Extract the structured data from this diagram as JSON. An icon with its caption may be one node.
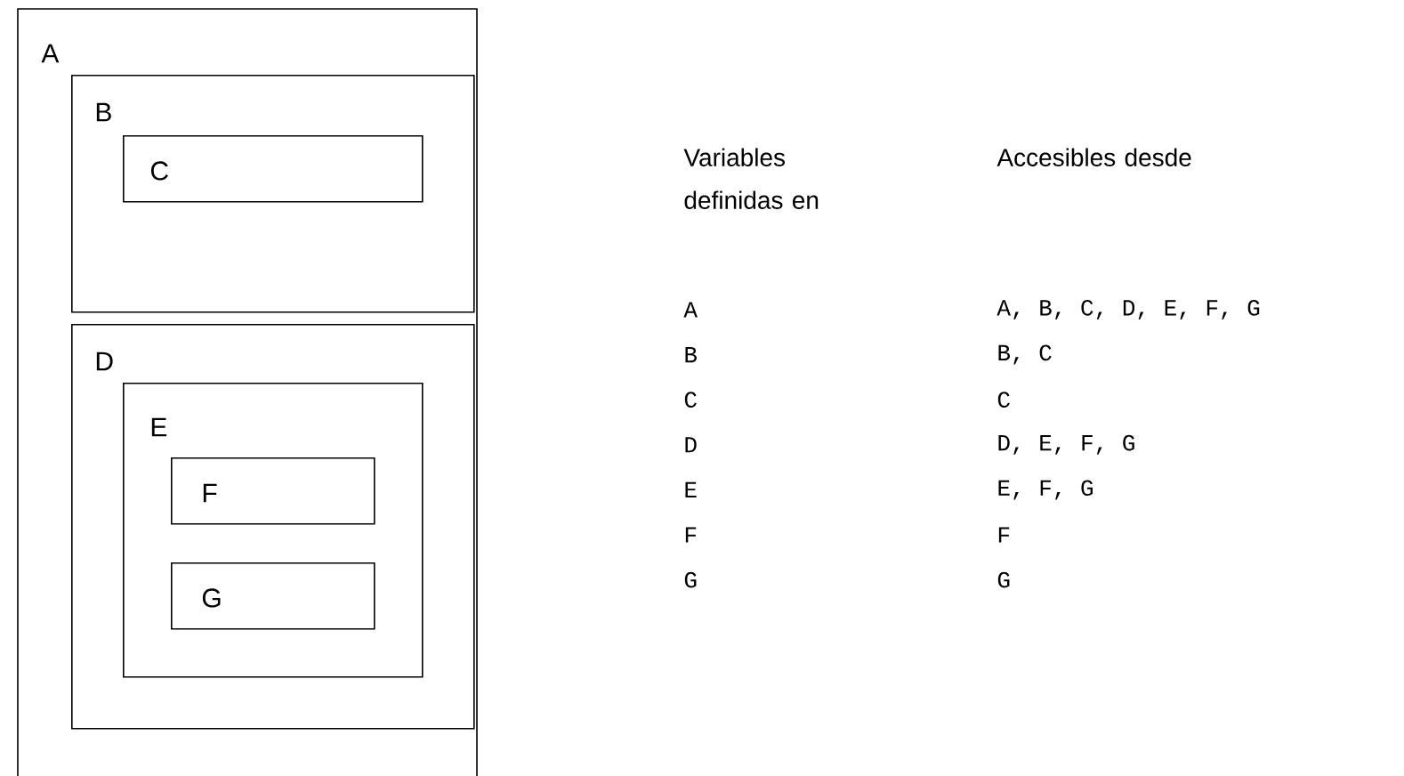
{
  "diagram": {
    "nodes": [
      {
        "text": [
          "A"
        ]
      },
      {
        "text": [
          "B"
        ],
        "in": 0
      },
      {
        "text": [
          "C"
        ],
        "in": 1
      },
      {
        "text": [
          "D"
        ],
        "in": 0
      },
      {
        "text": [
          "E"
        ],
        "in": 3
      },
      {
        "text": [
          "F"
        ],
        "in": 4
      },
      {
        "text": [
          "G"
        ],
        "in": 4
      }
    ],
    "labels": [
      "Variables definidas en",
      "Accesibles desde",
      "A",
      "A, B, C, D, E, F, G",
      "B",
      "B, C",
      "C",
      "C",
      "D",
      "D, E, F, G",
      "E",
      "E, F, G",
      "F",
      "F",
      "G",
      "G"
    ]
  }
}
